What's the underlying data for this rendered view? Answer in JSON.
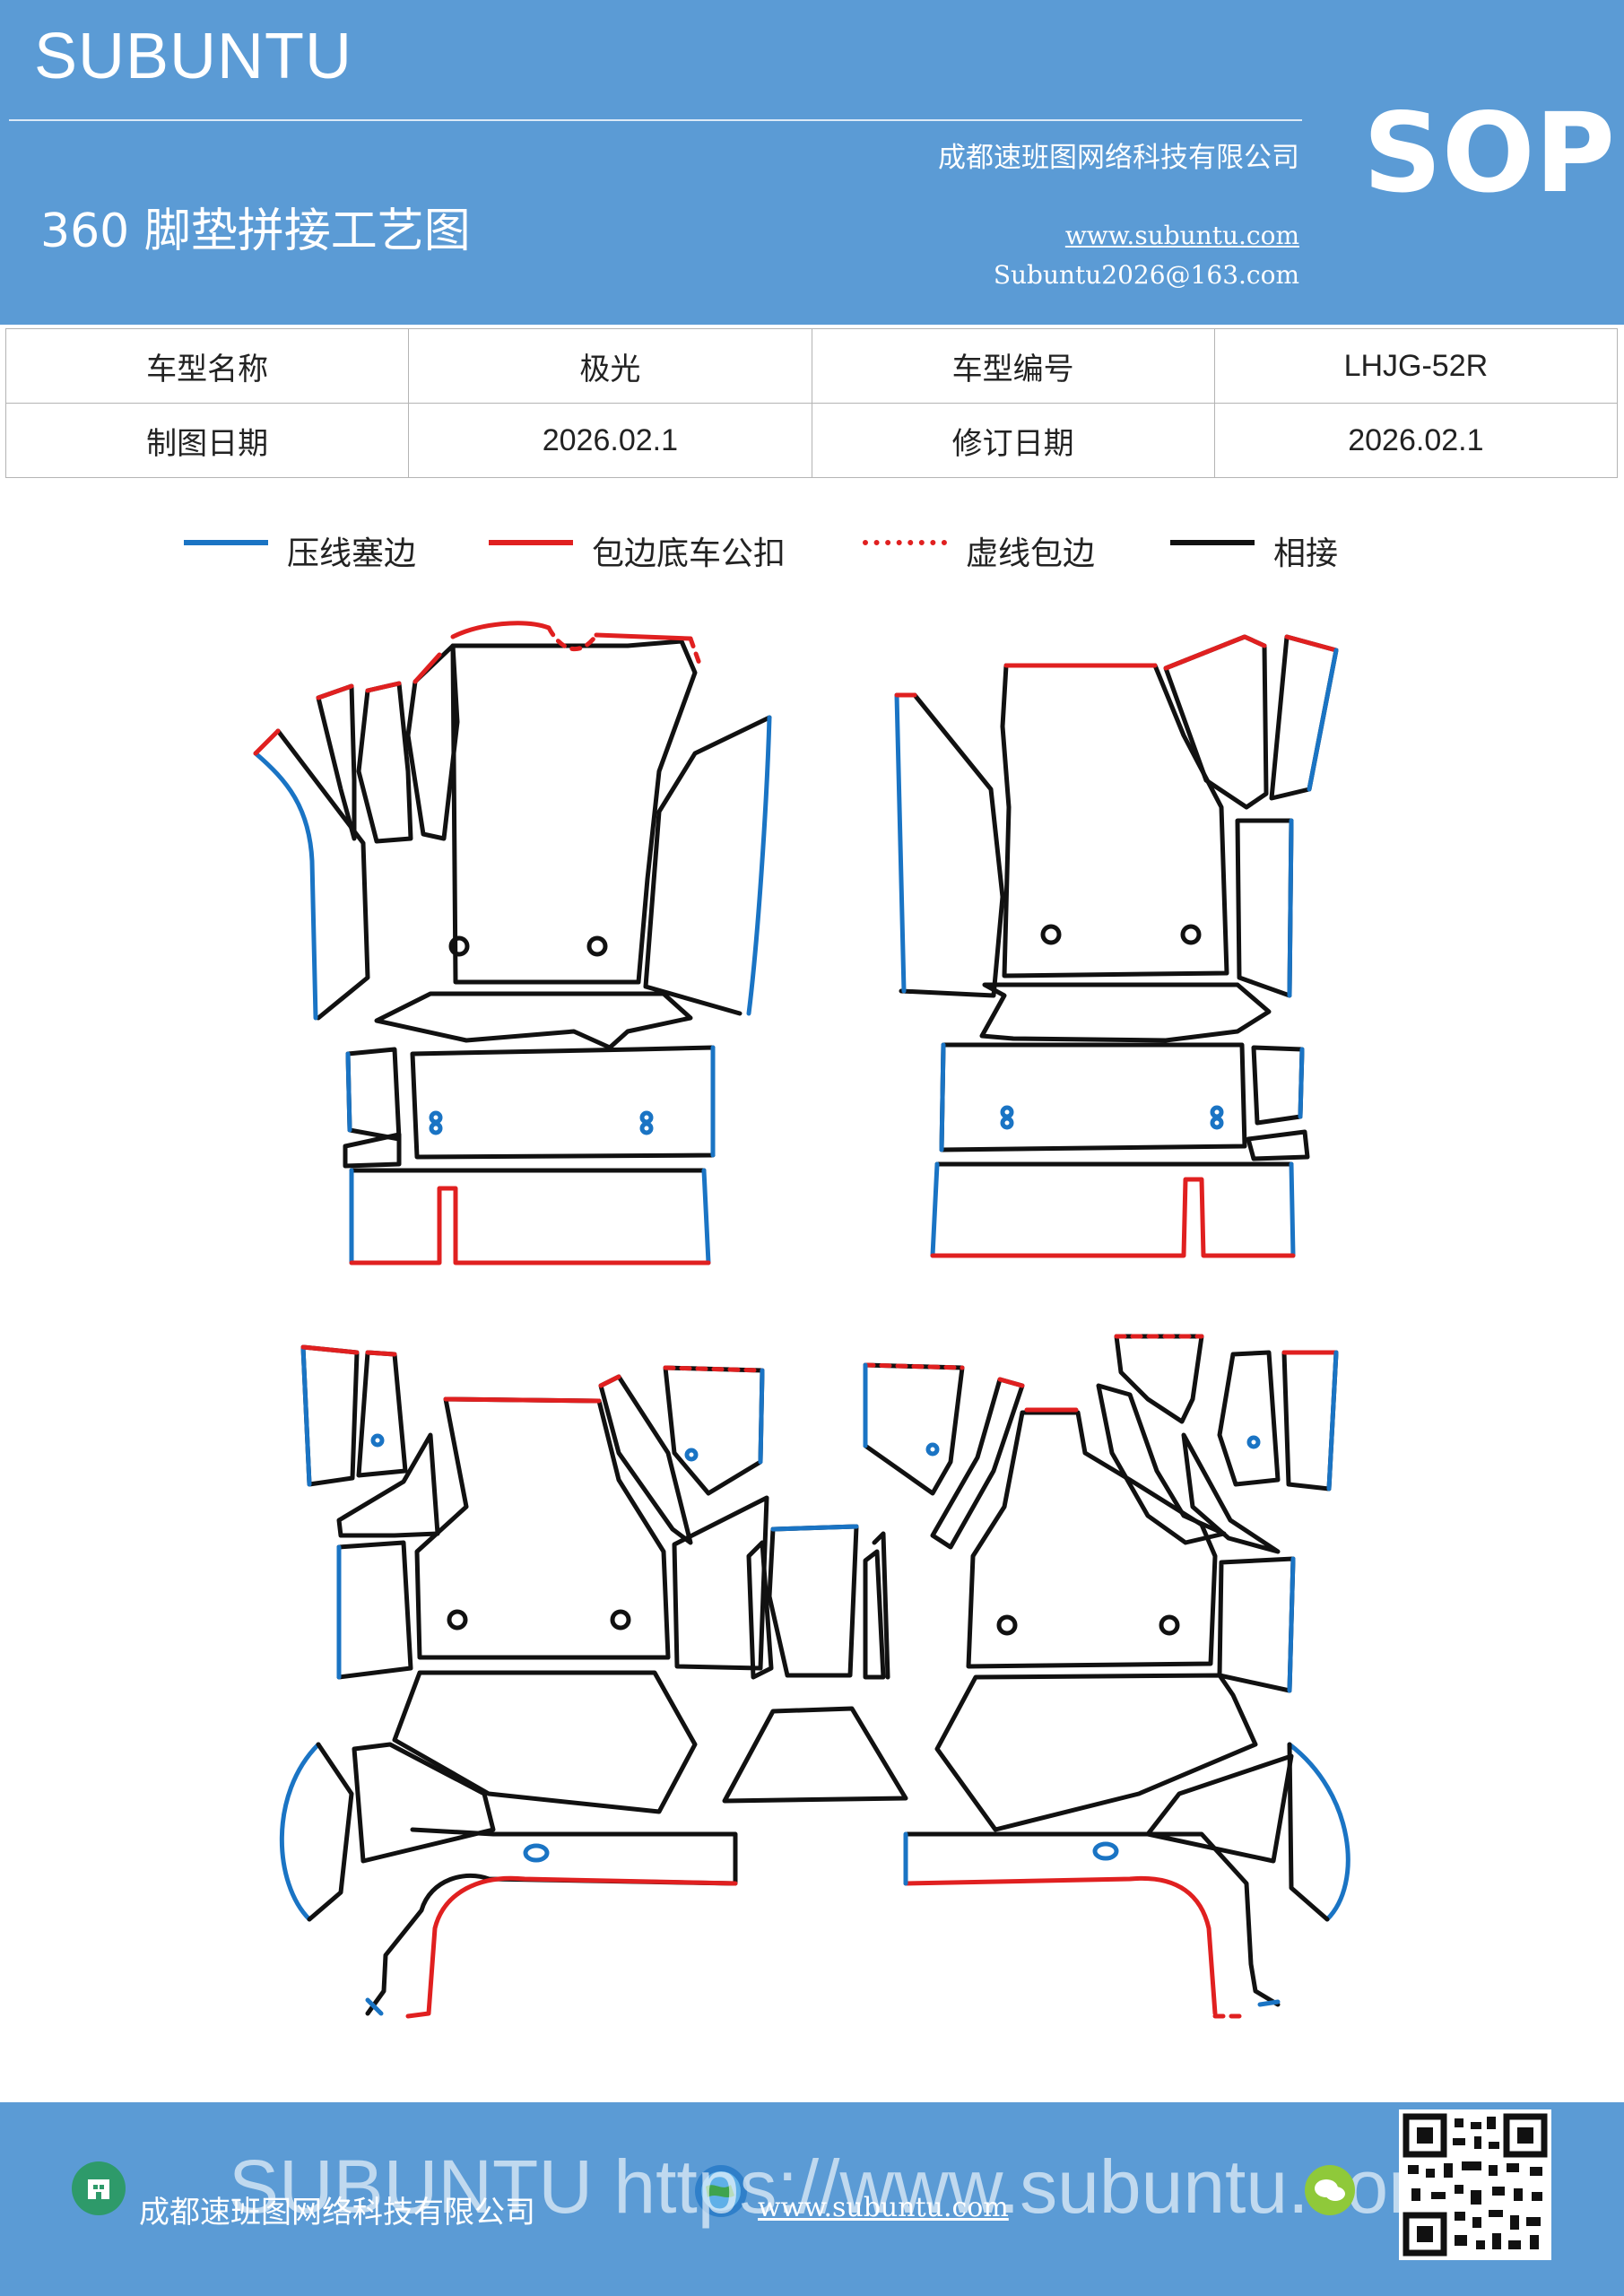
{
  "header": {
    "brand": "SUBUNTU",
    "sop_label": "SOP",
    "company": "成都速班图网络科技有限公司",
    "title": "360 脚垫拼接工艺图",
    "website": "www.subuntu.com",
    "email": "Subuntu2026@163.com"
  },
  "info_table": {
    "rows": [
      {
        "label1": "车型名称",
        "value1": "极光",
        "label2": "车型编号",
        "value2": "LHJG-52R"
      },
      {
        "label1": "制图日期",
        "value1": "2026.02.1",
        "label2": "修订日期",
        "value2": "2026.02.1"
      }
    ]
  },
  "legend": [
    {
      "label": "压线塞边",
      "color": "#1a74c4",
      "style": "solid"
    },
    {
      "label": "包边底车公扣",
      "color": "#e02020",
      "style": "solid"
    },
    {
      "label": "虚线包边",
      "color": "#e02020",
      "style": "dashed"
    },
    {
      "label": "相接",
      "color": "#111111",
      "style": "solid"
    }
  ],
  "footer": {
    "company": "成都速班图网络科技有限公司",
    "website": "www.subuntu.com",
    "watermark": "SUBUNTU https://www.subuntu.com"
  },
  "colors": {
    "header_blue": "#5b9bd5",
    "press_line_blue": "#1a74c4",
    "wrap_red": "#e02020",
    "join_black": "#111111"
  }
}
